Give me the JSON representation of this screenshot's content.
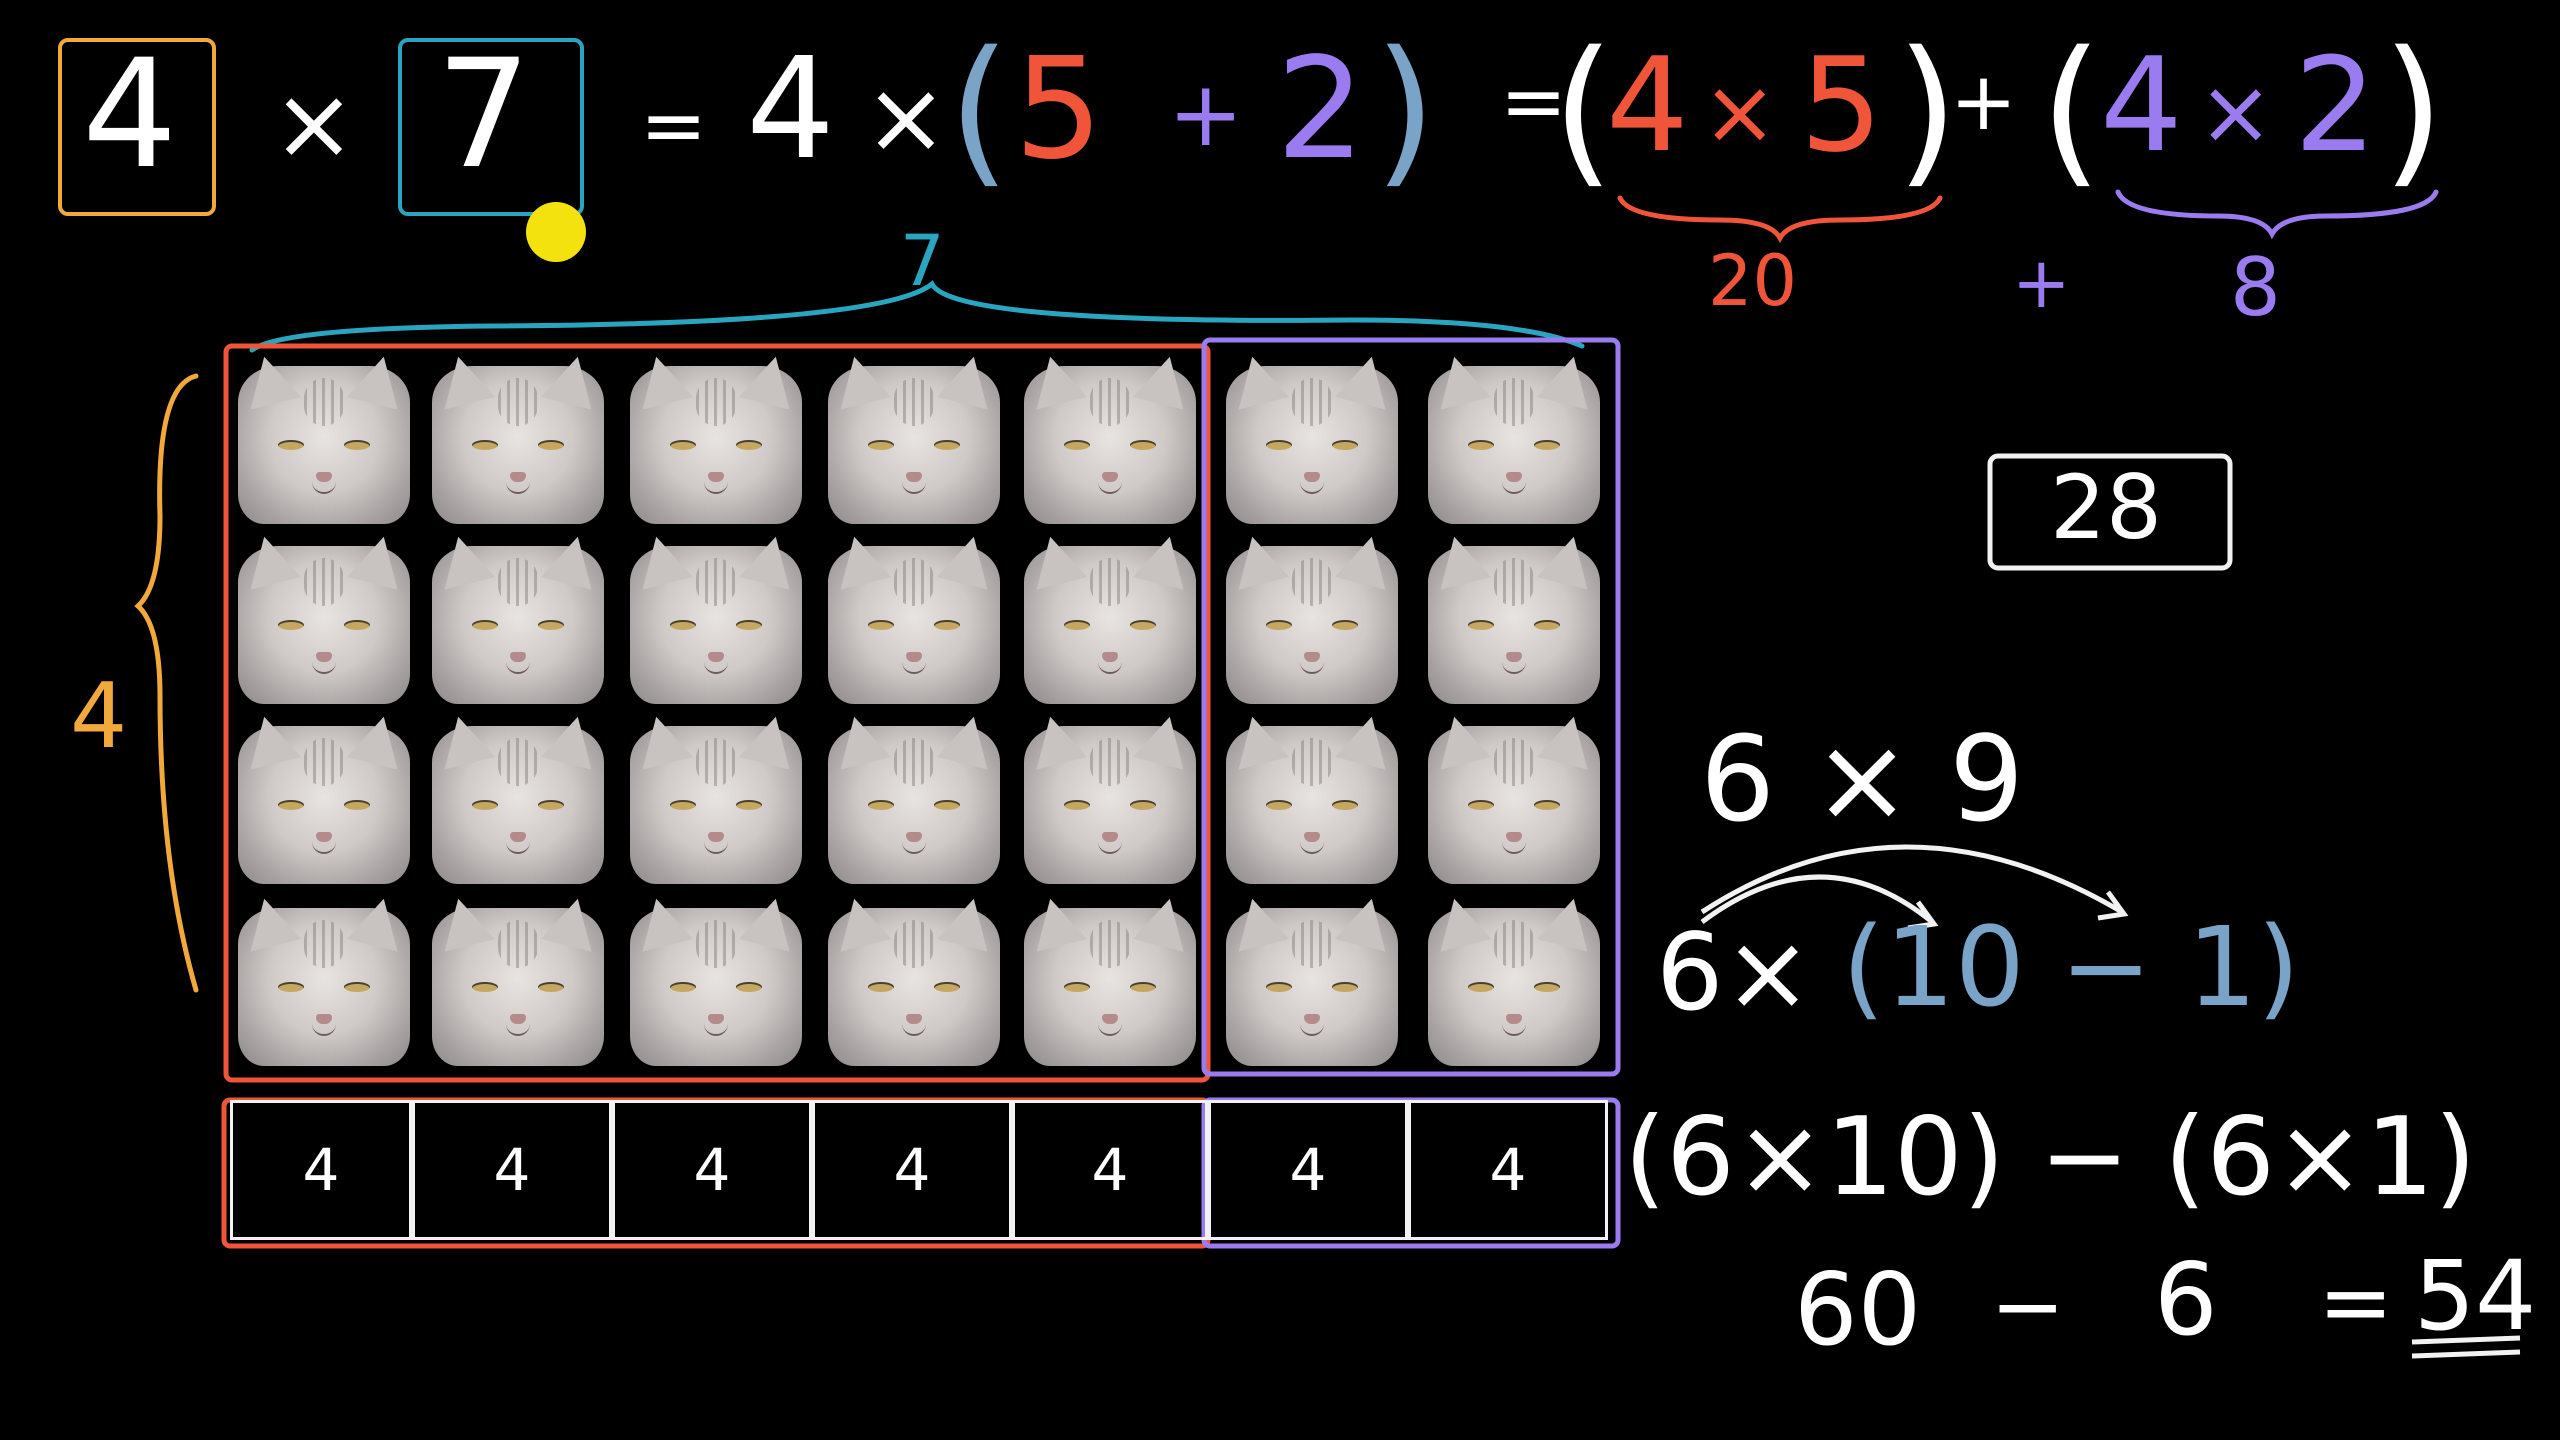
{
  "equation": {
    "left_factor": "4",
    "times1": "×",
    "right_factor": "7",
    "eq1": "=",
    "a": "4",
    "times2": "×",
    "paren_open1": "(",
    "five": "5",
    "plus1": "+",
    "two": "2",
    "paren_close1": ")",
    "eq2": "=",
    "paren_open2": "(",
    "g1": "4",
    "times3": "×",
    "g2": "5",
    "paren_close2": ")",
    "plus2": "+",
    "paren_open3": "(",
    "g3": "4",
    "times4": "×",
    "g4": "2",
    "paren_close3": ")"
  },
  "partials": {
    "twenty": "20",
    "plus": "+",
    "eight": "8"
  },
  "array_labels": {
    "width": "7",
    "height": "4"
  },
  "result_box": "28",
  "example2": {
    "line1": "6 × 9",
    "line2a": "6×",
    "line2b": "(10 − 1)",
    "line3": "(6×10) − (6×1)",
    "line4_left": "60",
    "line4_minus": "−",
    "line4_six": "6",
    "line4_eq": "=",
    "line4_answer": "54"
  },
  "column_counts": [
    "4",
    "4",
    "4",
    "4",
    "4",
    "4",
    "4"
  ],
  "colors": {
    "orange": "#f2a93b",
    "teal": "#2aa5c0",
    "red": "#f0553a",
    "purple": "#9b7cf0",
    "blue": "#7aa3c8",
    "white": "#f2f2f2",
    "pointer": "#f4e20e"
  }
}
